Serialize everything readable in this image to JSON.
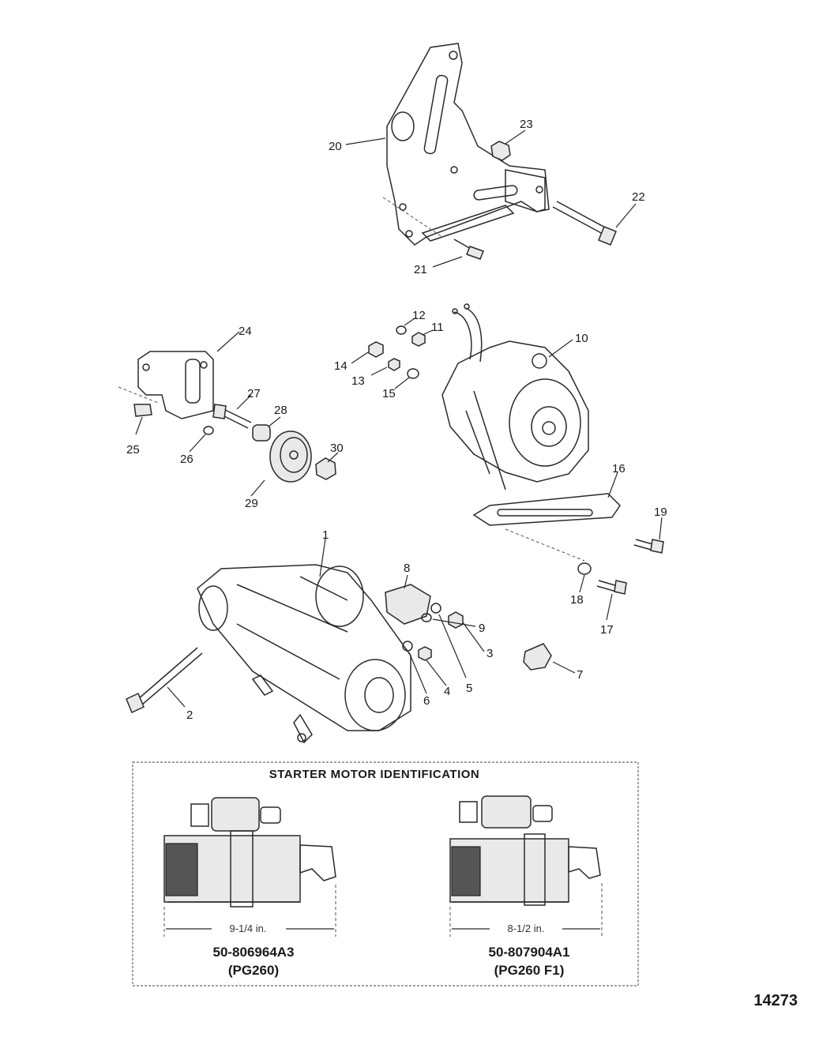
{
  "callouts": {
    "c1": "1",
    "c2": "2",
    "c3": "3",
    "c4": "4",
    "c5": "5",
    "c6": "6",
    "c7": "7",
    "c8": "8",
    "c9": "9",
    "c10": "10",
    "c11": "11",
    "c12": "12",
    "c13": "13",
    "c14": "14",
    "c15": "15",
    "c16": "16",
    "c17": "17",
    "c18": "18",
    "c19": "19",
    "c20": "20",
    "c21": "21",
    "c22": "22",
    "c23": "23",
    "c24": "24",
    "c25": "25",
    "c26": "26",
    "c27": "27",
    "c28": "28",
    "c29": "29",
    "c30": "30"
  },
  "identification": {
    "title": "STARTER MOTOR IDENTIFICATION",
    "left": {
      "dimension": "9-1/4 in.",
      "part_number": "50-806964A3",
      "model": "(PG260)"
    },
    "right": {
      "dimension": "8-1/2 in.",
      "part_number": "50-807904A1",
      "model": "(PG260 F1)"
    }
  },
  "figure_number": "14273"
}
